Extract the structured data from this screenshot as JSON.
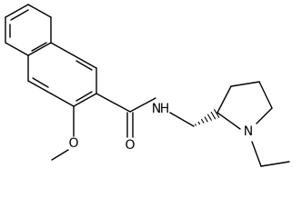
{
  "molecule": {
    "atom_labels": {
      "methoxy_oxygen": "O",
      "carbonyl_oxygen": "O",
      "amide_nitrogen": "N",
      "ring_nitrogen": "N"
    },
    "amide_nitrogen_hydrogen": "H"
  }
}
